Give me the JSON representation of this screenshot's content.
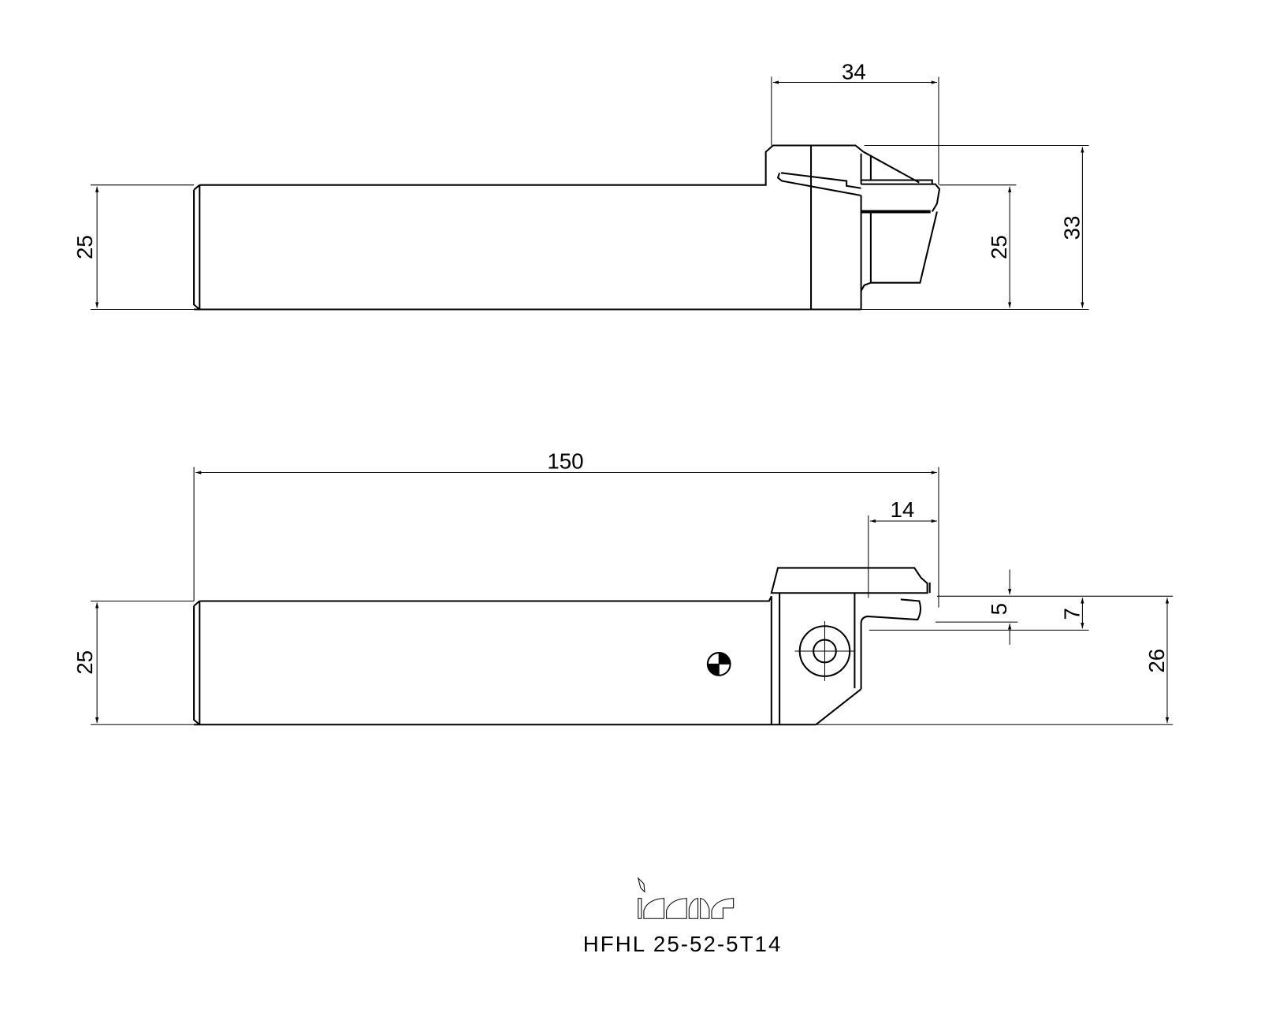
{
  "drawing": {
    "part_number": "HFHL 25-52-5T14",
    "brand_logo": "iscar",
    "colors": {
      "line": "#000000",
      "background": "#ffffff"
    }
  },
  "top_view": {
    "dimensions": {
      "head_length": "34",
      "shank_height_left": "25",
      "shank_height_right": "25",
      "overall_height": "33"
    }
  },
  "front_view": {
    "dimensions": {
      "overall_length": "150",
      "insert_offset": "14",
      "shank_width": "25",
      "cut_depth": "5",
      "head_step": "7",
      "overall_width": "26"
    }
  }
}
